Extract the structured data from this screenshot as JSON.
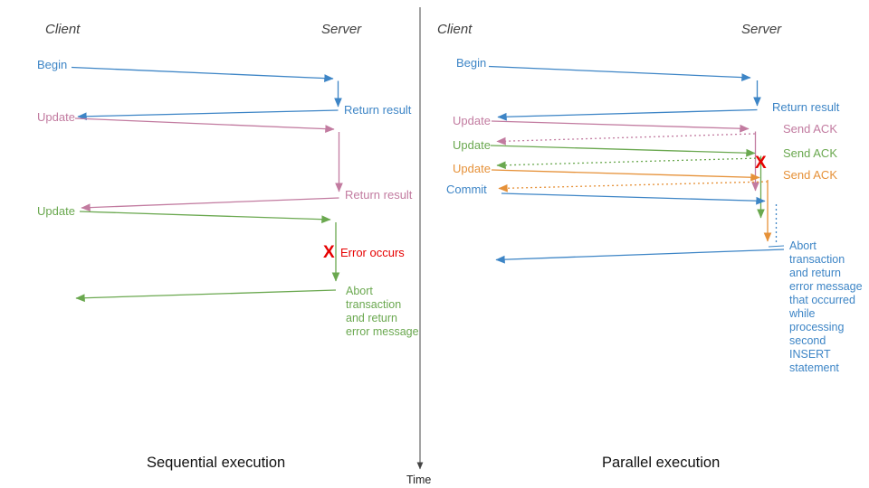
{
  "left_panel": {
    "client_header": "Client",
    "server_header": "Server",
    "caption": "Sequential execution",
    "labels": {
      "begin": "Begin",
      "update1": "Update",
      "update2": "Update",
      "return_result1": "Return result",
      "return_result2": "Return result",
      "error_x": "X",
      "error": "Error occurs",
      "abort": "Abort\ntransaction\nand return\nerror message"
    }
  },
  "right_panel": {
    "client_header": "Client",
    "server_header": "Server",
    "caption": "Parallel execution",
    "labels": {
      "begin": "Begin",
      "update1": "Update",
      "update2": "Update",
      "update3": "Update",
      "commit": "Commit",
      "return_result": "Return result",
      "send_ack1": "Send ACK",
      "send_ack2": "Send ACK",
      "send_ack3": "Send ACK",
      "error_x": "X",
      "abort": "Abort\ntransaction\nand return\nerror message\nthat occurred\nwhile\nprocessing\nsecond\nINSERT\nstatement"
    }
  },
  "timeline": {
    "label": "Time"
  },
  "colors": {
    "blue": "#3d85c6",
    "pink": "#c27ba0",
    "green": "#6aa84f",
    "orange": "#e69138",
    "red": "#e60000",
    "axis": "#444444"
  }
}
